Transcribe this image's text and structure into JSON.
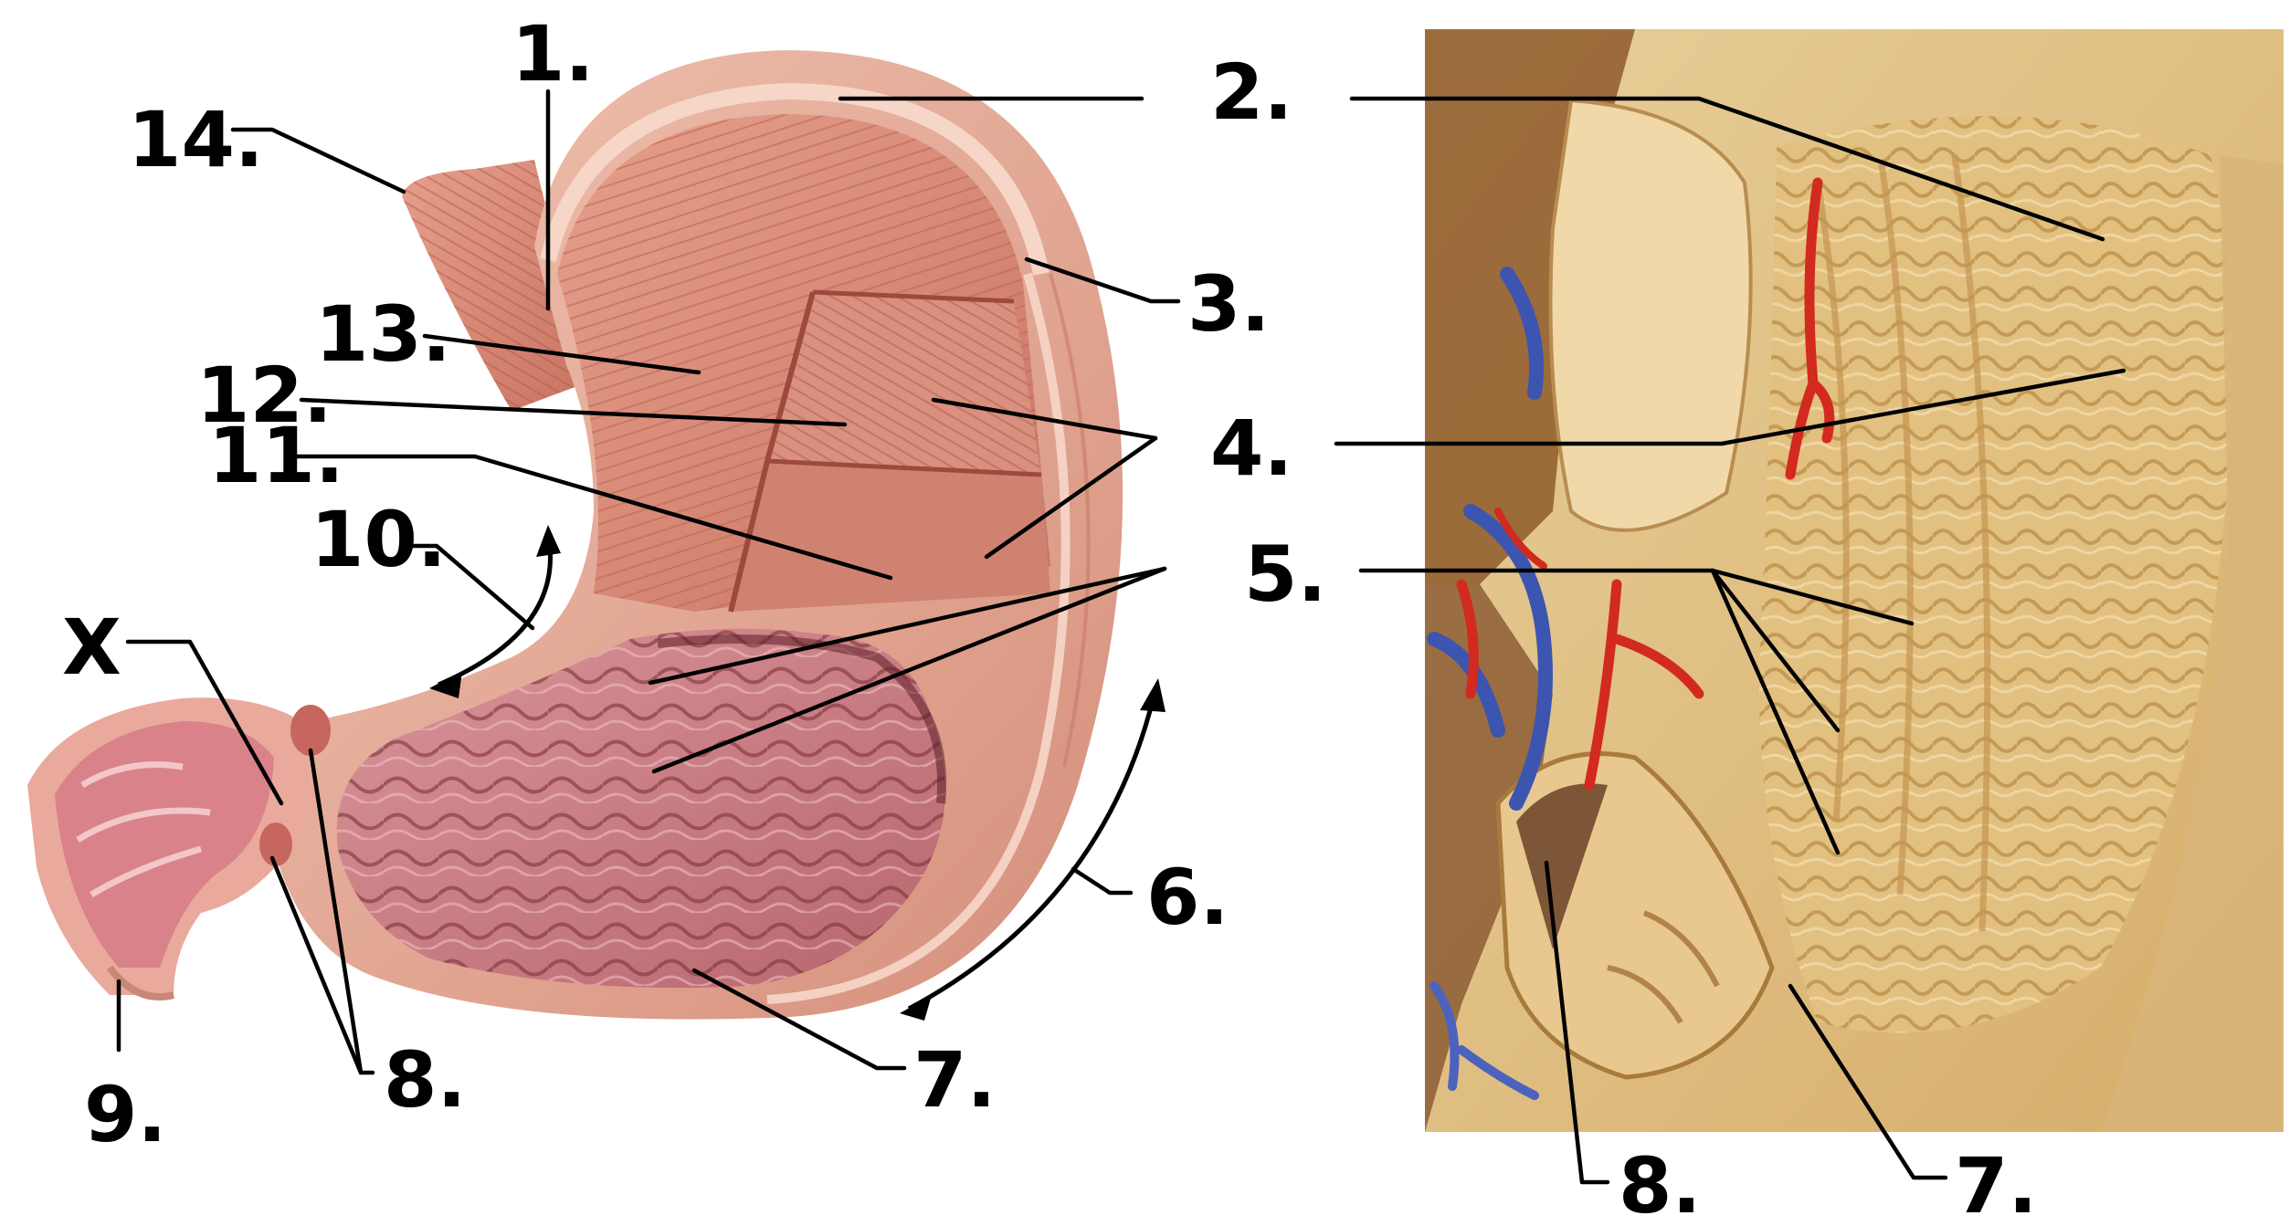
{
  "labels": {
    "l1": "1.",
    "l2": "2.",
    "l3": "3.",
    "l4": "4.",
    "l5": "5.",
    "l6": "6.",
    "l7": "7.",
    "l8": "8.",
    "l9": "9.",
    "l10": "10.",
    "l11": "11.",
    "l12": "12.",
    "l13": "13.",
    "l14": "14.",
    "lx": "X",
    "r8": "8.",
    "r7": "7."
  },
  "colors": {
    "muscle": "#d98a78",
    "muscle_dark": "#b5604f",
    "serosa": "#e9b09c",
    "mucosa": "#c97d7a",
    "mucosa_dark": "#8e3f45",
    "cadaver_bg": "#e3c488",
    "cadaver_fold": "#c99b52",
    "vessel_red": "#d22a1e",
    "vessel_blue": "#3c55b0"
  }
}
